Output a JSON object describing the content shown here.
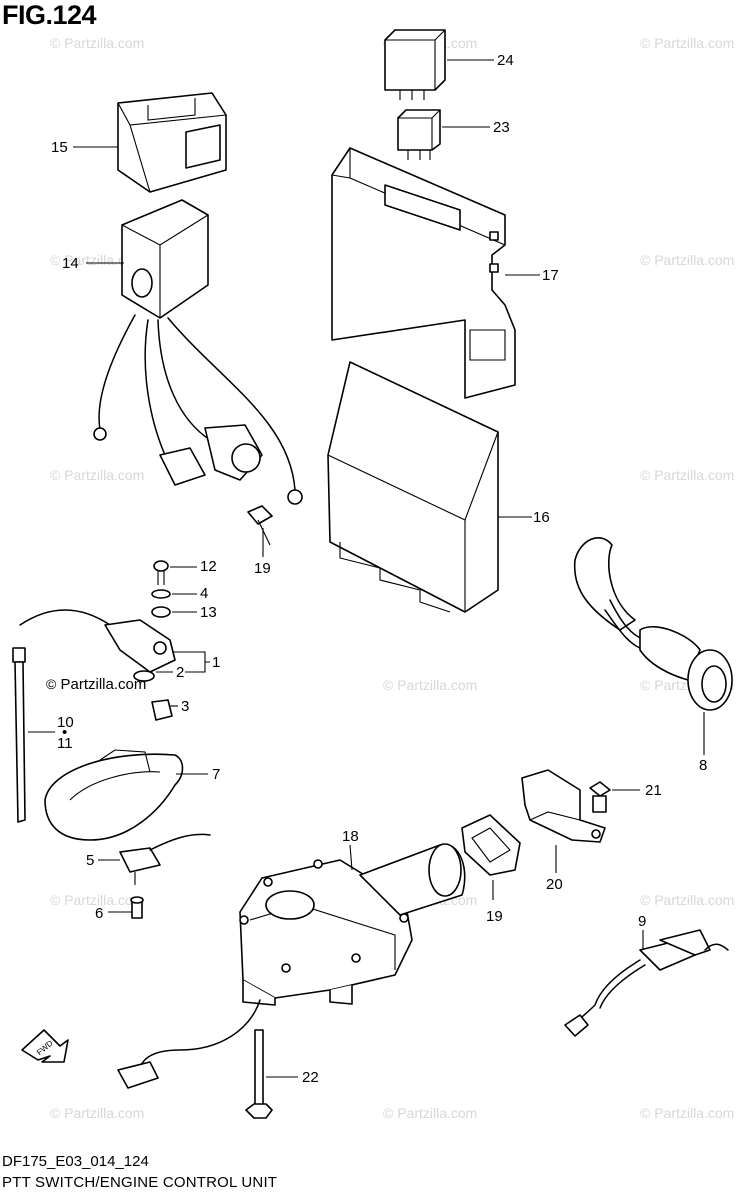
{
  "figure": {
    "title": "FIG.124",
    "code": "DF175_E03_014_124",
    "caption": "PTT SWITCH/ENGINE CONTROL UNIT",
    "copyright": "Partzilla.com",
    "copyright_symbol": "©"
  },
  "watermark": {
    "text": "© Partzilla.com"
  },
  "fwd_label": "FWD",
  "callouts": {
    "c1": "1",
    "c2": "2",
    "c3": "3",
    "c4": "4",
    "c5": "5",
    "c6": "6",
    "c7": "7",
    "c8": "8",
    "c9": "9",
    "c10": "10",
    "c10_dot": "•",
    "c11": "11",
    "c12": "12",
    "c13": "13",
    "c14": "14",
    "c15": "15",
    "c16": "16",
    "c17": "17",
    "c18": "18",
    "c19a": "19",
    "c19b": "19",
    "c20": "20",
    "c21": "21",
    "c22": "22",
    "c23": "23",
    "c24": "24"
  }
}
